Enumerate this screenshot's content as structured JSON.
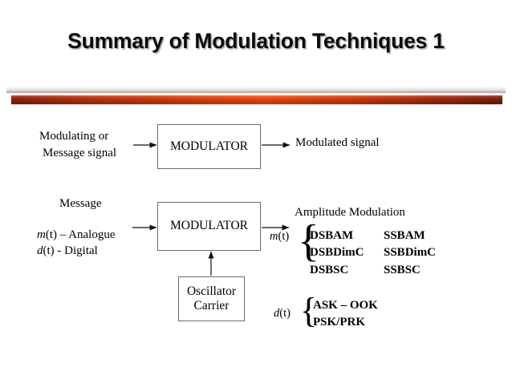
{
  "slide": {
    "title": "Summary of Modulation Techniques 1",
    "background_color": "#ffffff",
    "accent_color": "#e03c06",
    "accent_dark_color": "#8d1c05",
    "divider_shine_color": "#969696"
  },
  "diagram_top": {
    "input_label_line1": "Modulating or",
    "input_label_line2": "Message signal",
    "block_label": "MODULATOR",
    "output_label": "Modulated signal"
  },
  "diagram_bottom": {
    "message_heading": "Message",
    "analogue_symbol": "m",
    "analogue_line": "(t) – Analogue",
    "digital_symbol": "d",
    "digital_line": "(t) - Digital",
    "block_label": "MODULATOR",
    "oscillator_line1": "Oscillator",
    "oscillator_line2": "Carrier"
  },
  "modulation_panel": {
    "heading": "Amplitude Modulation",
    "analogue_group": {
      "symbol_italic": "m",
      "symbol_rest": "(t)",
      "rows": [
        {
          "left": "DSBAM",
          "right": "SSBAM"
        },
        {
          "left": "DSBDimC",
          "right": "SSBDimC"
        },
        {
          "left": "DSBSC",
          "right": "SSBSC"
        }
      ]
    },
    "digital_group": {
      "symbol_italic": "d",
      "symbol_rest": "(t)",
      "rows": [
        {
          "left": "ASK – OOK"
        },
        {
          "left": "PSK/PRK"
        }
      ]
    },
    "brace_glyph": "{"
  }
}
